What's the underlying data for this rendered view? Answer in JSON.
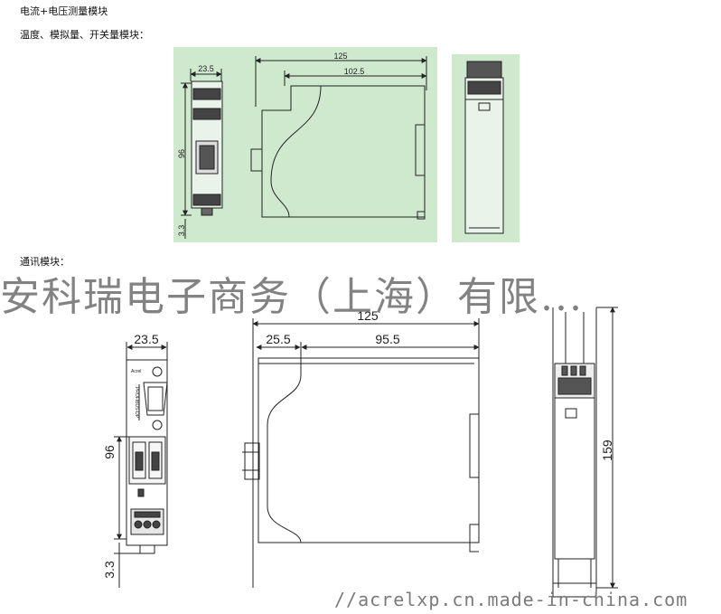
{
  "section_labels": {
    "current_voltage": "电流+电压测量模块",
    "temp_analog_switch": "温度、模拟量、开关量模块：",
    "comm": "通讯模块："
  },
  "top_dims": {
    "width_front": "23.5",
    "height_front": "96",
    "foot": "3.3",
    "length_total": "125",
    "length_inner": "102.5"
  },
  "bottom_dims": {
    "width_front": "23.5",
    "height_front": "96",
    "foot": "3.3",
    "length_total": "125",
    "length_left": "25.5",
    "length_right": "95.5",
    "height_side": "159"
  },
  "device_text": {
    "brand": "Acrel",
    "vertical_label": "PROFIBUS-DP"
  },
  "watermark": {
    "text": "安科瑞电子商务（上海）有限...",
    "url": "//acrelxp.cn.made-in-china.com"
  },
  "colors": {
    "panel_bg": "#cfe9cf",
    "line": "#222222"
  }
}
